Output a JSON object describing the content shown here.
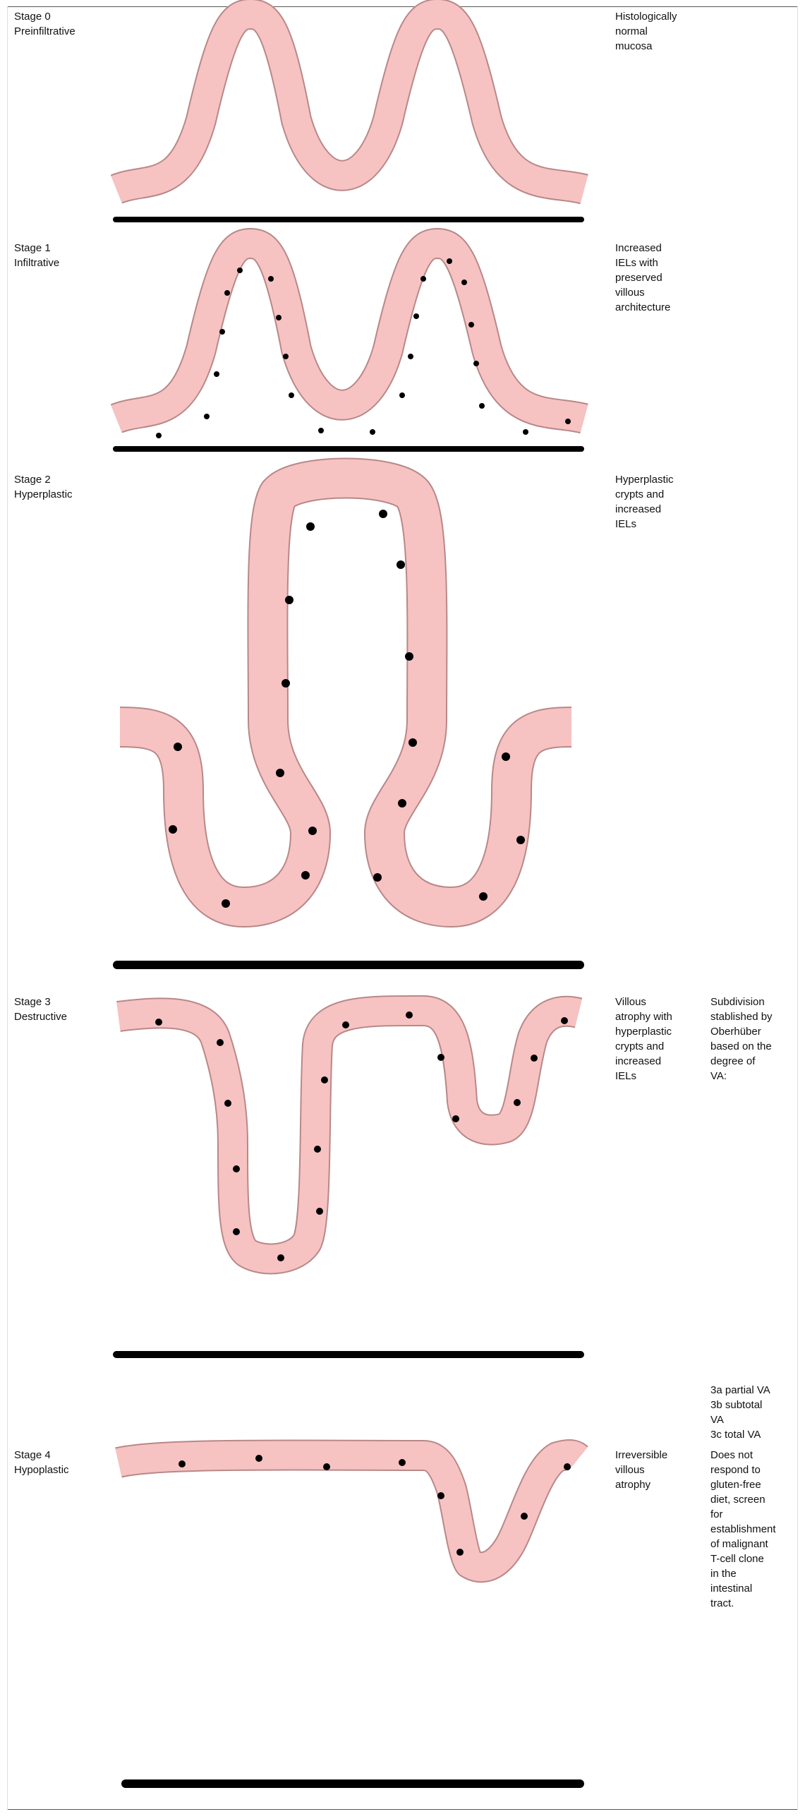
{
  "table": {
    "rows": [
      {
        "stage": "Stage 0\nPreinfiltrative",
        "description": "Histologically\nnormal\nmucosa",
        "note": ""
      },
      {
        "stage": "Stage 1\nInfiltrative",
        "description": "Increased\nIELs with\npreserved\nvillous\narchitecture",
        "note": ""
      },
      {
        "stage": "Stage 2\nHyperplastic",
        "description": "Hyperplastic\ncrypts and\nincreased\nIELs",
        "note": ""
      },
      {
        "stage": "Stage 3\nDestructive",
        "description": "Villous\natrophy with\nhyperplastic\ncrypts and\nincreased\nIELs",
        "note": "Subdivision\nstablished by\nOberhüber\nbased on the\ndegree of\nVA:"
      },
      {
        "stage": "Stage 4\nHypoplastic",
        "description": "Irreversible\nvillous\natrophy",
        "note": "Does not\nrespond to\ngluten-free\ndiet, screen\nfor\nestablishment\nof malignant\nT-cell clone\nin the\nintestinal\ntract."
      }
    ],
    "stage3_subtypes": "3a partial VA\n3b subtotal\nVA\n3c total VA"
  },
  "colors": {
    "epithelium_fill": "#f7c2c2",
    "epithelium_stroke": "#b88888",
    "lymphocyte": "#000000",
    "basement": "#000000"
  }
}
